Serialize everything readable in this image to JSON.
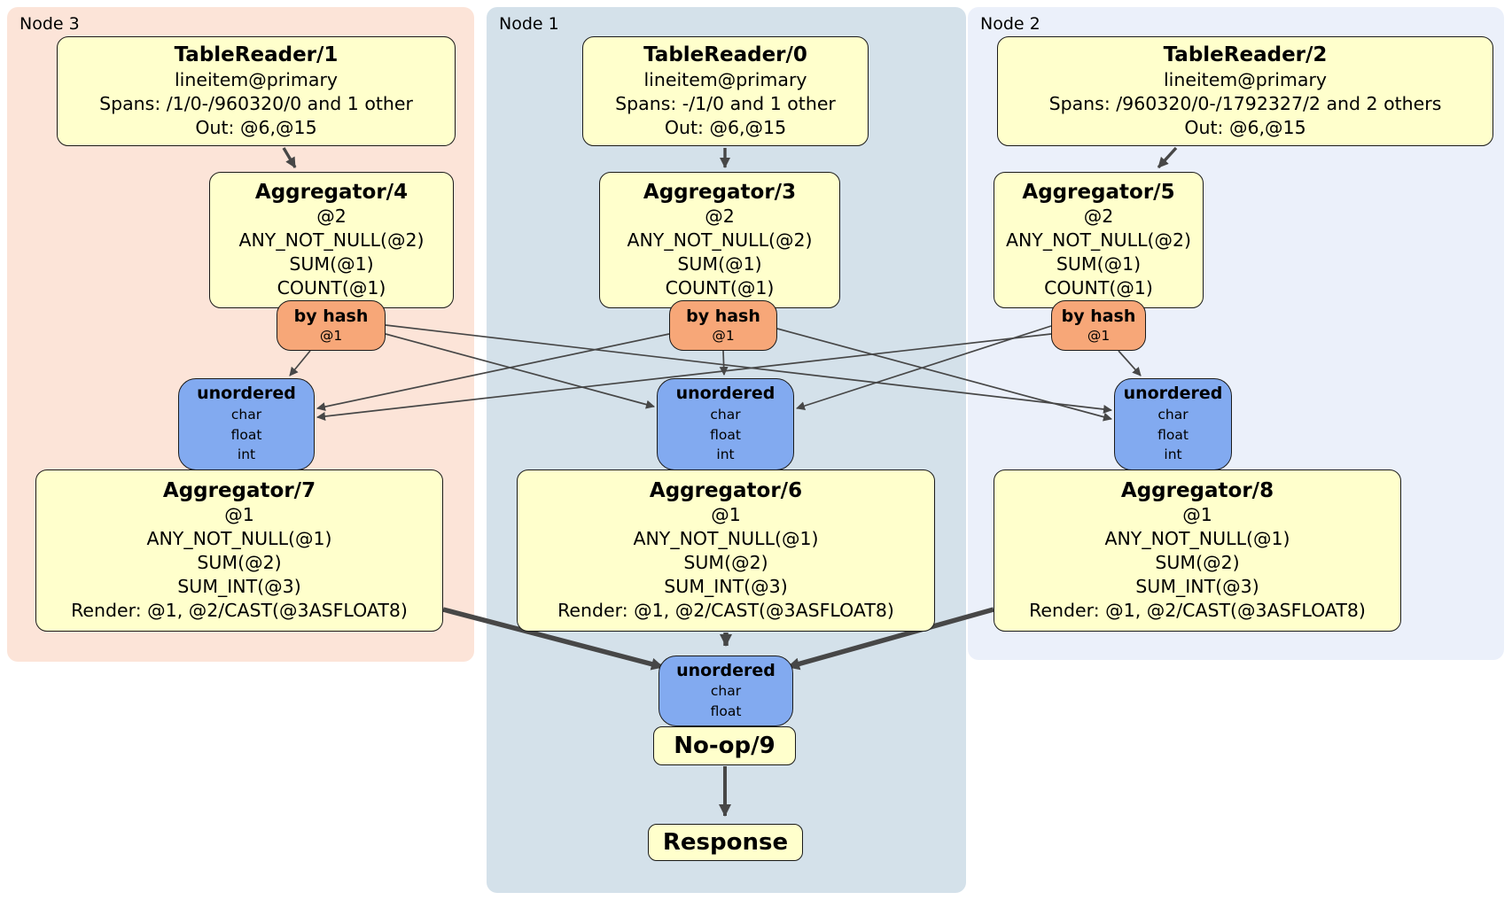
{
  "colors": {
    "node3-bg": "#fce4d8",
    "node1-bg": "#d4e1ea",
    "node2-bg": "#ebf0fa",
    "processor-bg": "#ffffcc",
    "router-bg": "#f7a778",
    "sync-bg": "#82aaf0",
    "edge": "#474747",
    "border": "#1a1a1a"
  },
  "panels": {
    "node3": {
      "label": "Node 3"
    },
    "node1": {
      "label": "Node 1"
    },
    "node2": {
      "label": "Node 2"
    }
  },
  "processors": {
    "tableReader1": {
      "title": "TableReader/1",
      "details": [
        "lineitem@primary",
        "Spans: /1/0-/960320/0 and 1 other",
        "Out: @6,@15"
      ]
    },
    "tableReader0": {
      "title": "TableReader/0",
      "details": [
        "lineitem@primary",
        "Spans: -/1/0 and 1 other",
        "Out: @6,@15"
      ]
    },
    "tableReader2": {
      "title": "TableReader/2",
      "details": [
        "lineitem@primary",
        "Spans: /960320/0-/1792327/2 and 2 others",
        "Out: @6,@15"
      ]
    },
    "aggregator4": {
      "title": "Aggregator/4",
      "details": [
        "@2",
        "ANY_NOT_NULL(@2)",
        "SUM(@1)",
        "COUNT(@1)"
      ]
    },
    "aggregator3": {
      "title": "Aggregator/3",
      "details": [
        "@2",
        "ANY_NOT_NULL(@2)",
        "SUM(@1)",
        "COUNT(@1)"
      ]
    },
    "aggregator5": {
      "title": "Aggregator/5",
      "details": [
        "@2",
        "ANY_NOT_NULL(@2)",
        "SUM(@1)",
        "COUNT(@1)"
      ]
    },
    "aggregator7": {
      "title": "Aggregator/7",
      "details": [
        "@1",
        "ANY_NOT_NULL(@1)",
        "SUM(@2)",
        "SUM_INT(@3)",
        "Render: @1, @2/CAST(@3ASFLOAT8)"
      ]
    },
    "aggregator6": {
      "title": "Aggregator/6",
      "details": [
        "@1",
        "ANY_NOT_NULL(@1)",
        "SUM(@2)",
        "SUM_INT(@3)",
        "Render: @1, @2/CAST(@3ASFLOAT8)"
      ]
    },
    "aggregator8": {
      "title": "Aggregator/8",
      "details": [
        "@1",
        "ANY_NOT_NULL(@1)",
        "SUM(@2)",
        "SUM_INT(@3)",
        "Render: @1, @2/CAST(@3ASFLOAT8)"
      ]
    },
    "noop9": {
      "title": "No-op/9"
    },
    "response": {
      "title": "Response"
    }
  },
  "routers": {
    "hashNode3": {
      "title": "by hash",
      "details": [
        "@1"
      ]
    },
    "hashNode1": {
      "title": "by hash",
      "details": [
        "@1"
      ]
    },
    "hashNode2": {
      "title": "by hash",
      "details": [
        "@1"
      ]
    }
  },
  "syncs": {
    "unorderedNode3": {
      "title": "unordered",
      "details": [
        "char",
        "float",
        "int"
      ]
    },
    "unorderedNode1": {
      "title": "unordered",
      "details": [
        "char",
        "float",
        "int"
      ]
    },
    "unorderedNode2": {
      "title": "unordered",
      "details": [
        "char",
        "float",
        "int"
      ]
    },
    "unorderedFinal": {
      "title": "unordered",
      "details": [
        "char",
        "float"
      ]
    }
  }
}
